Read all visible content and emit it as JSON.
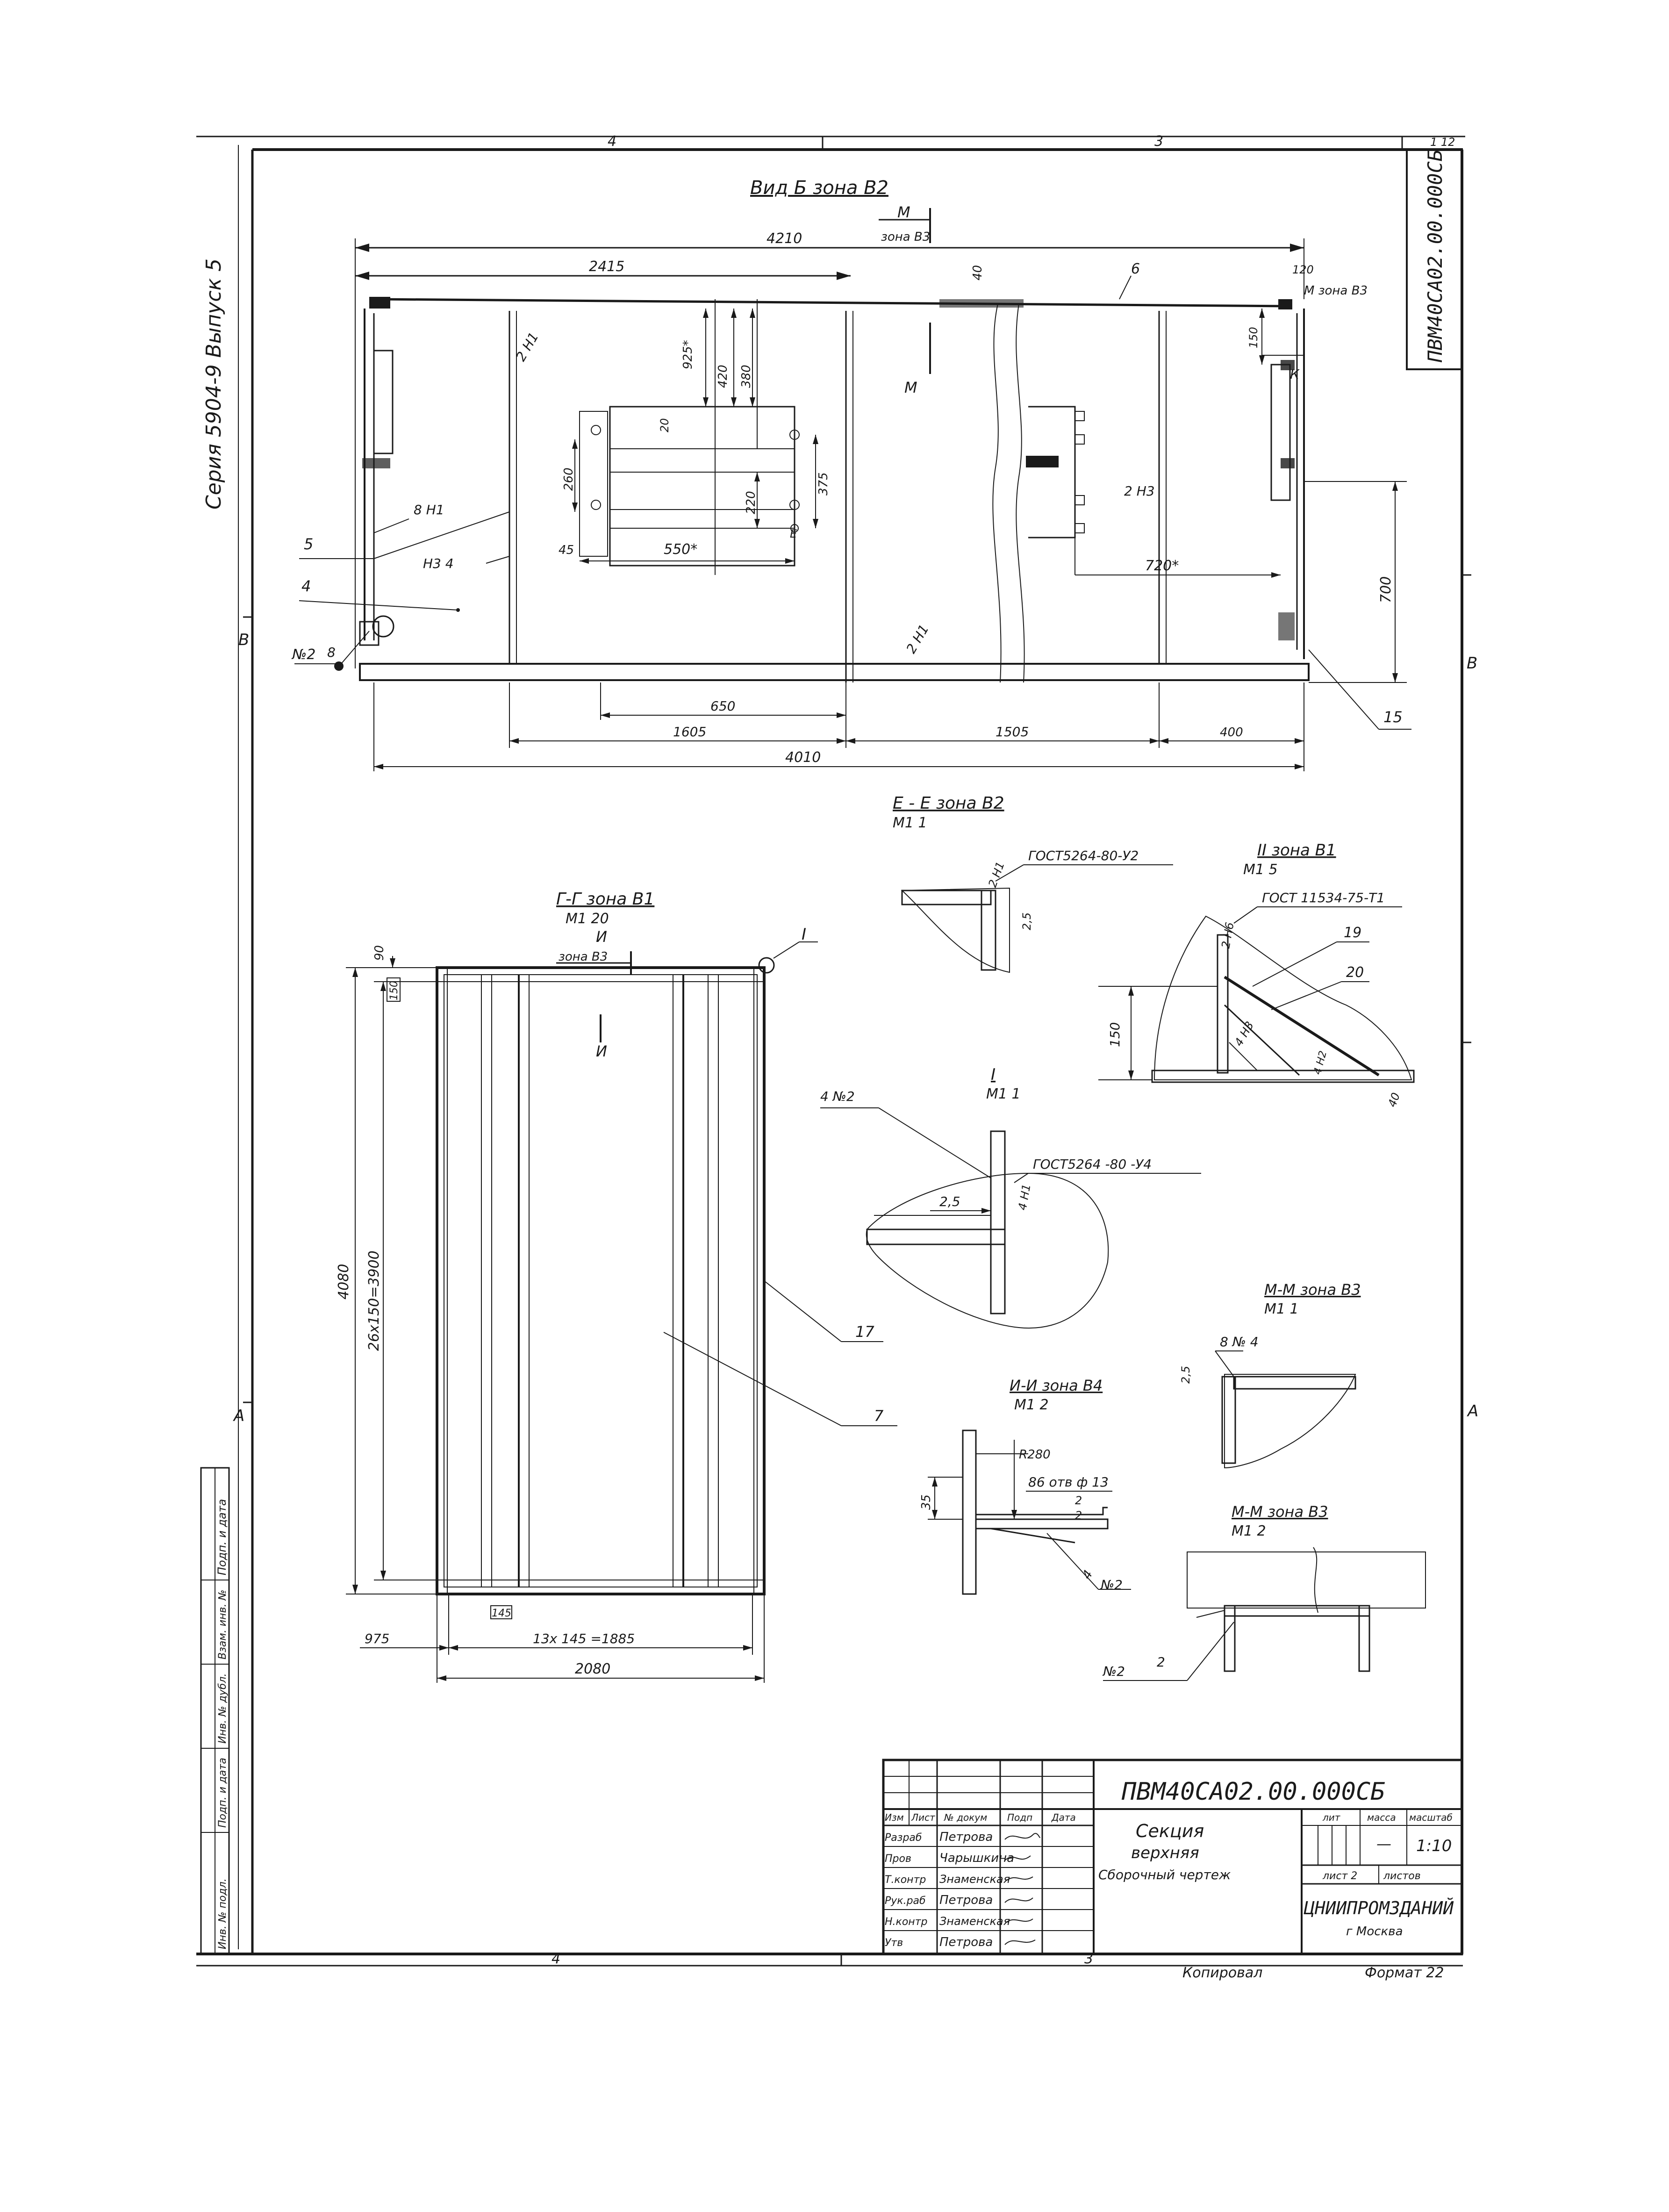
{
  "sheet": {
    "zone_top": [
      "4",
      "3"
    ],
    "zone_top_right": "1 12",
    "zone_bottom": [
      "4",
      "3"
    ],
    "zone_left": [
      "В",
      "А"
    ],
    "zone_right": [
      "В",
      "А"
    ],
    "series": "Серия 5904-9 Выпуск 5",
    "side_code": "ПВМ40СА02.00.000СБ",
    "copied": "Копировал",
    "format": "Формат 22"
  },
  "view_b": {
    "title": "Вид Б зона В2",
    "dims": {
      "overall": "4210",
      "left_span": "2415",
      "d40": "40",
      "d120": "120",
      "d150": "150",
      "d925": "925*",
      "d420": "420",
      "d380": "380",
      "d20": "20",
      "d260": "260",
      "d375": "375",
      "d220": "220",
      "d45": "45",
      "d550": "550*",
      "d720": "720*",
      "d700": "700",
      "d650": "650",
      "d1605a": "1605",
      "d1505": "1505",
      "d400": "400",
      "total": "4010"
    },
    "labels": {
      "m_top": "М",
      "m_top_zone": "зона В3",
      "m_left": "М",
      "m_right": "М зона В3",
      "k": "К",
      "e": "Е",
      "pos6": "6",
      "pos5": "5",
      "pos4": "4",
      "pos15": "15",
      "n2": "№2",
      "n8": "8",
      "w_2n1a": "2 Н1",
      "w_8n1": "8 Н1",
      "w_n3_4": "Н3 4",
      "w_2n3": "2 Н3",
      "w_2n1b": "2 Н1"
    }
  },
  "section_gg": {
    "title": "Г-Г зона В1",
    "scale": "М1 20",
    "u_label": "И",
    "u_zone": "зона В3",
    "u_arrow": "И",
    "pos_i": "I",
    "pos17": "17",
    "pos7": "7",
    "dims": {
      "d90": "90",
      "d150": "150",
      "height": "4080",
      "pitch": "26x150=3900",
      "d975": "975",
      "pitch_h": "13x 145 =1885",
      "d145": "145",
      "width": "2080"
    }
  },
  "section_ee": {
    "title": "Е - Е зона В2",
    "scale": "М1 1",
    "weld": "2 Н1",
    "gost": "ГОСТ5264-80-У2",
    "dim": "2,5"
  },
  "detail_2": {
    "title": "II зона В1",
    "scale": "М1 5",
    "weld": "2 Н6",
    "gost": "ГОСТ 11534-75-Т1",
    "pos19": "19",
    "pos20": "20",
    "w_4n3": "4 Н3",
    "w_4n2": "4 Н2",
    "dim": "150",
    "d40": "40"
  },
  "detail_1": {
    "title": "I",
    "scale": "М1 1",
    "weld": "4 №2",
    "gost": "ГОСТ5264 -80 -У4",
    "dim": "2,5",
    "w_4n1": "4 Н1"
  },
  "section_mm1": {
    "title": "М-М зона В3",
    "scale": "М1 1",
    "weld": "8 № 4",
    "dim": "2,5"
  },
  "section_uu": {
    "title": "И-И зона В4",
    "scale": "М1 2",
    "r": "R280",
    "holes": "86 отв ф 13",
    "dim35": "35",
    "n2": "№2",
    "pos4": "4",
    "pos2": "2",
    "pos2b": "2"
  },
  "section_mm2": {
    "title": "М-М зона В3",
    "scale": "М1 2",
    "n2": "№2",
    "pos2": "2"
  },
  "titleblock": {
    "code": "ПВМ40СА02.00.000СБ",
    "name1": "Секция",
    "name2": "верхняя",
    "name3": "Сборочный чертеж",
    "head": [
      "Изм",
      "Лист",
      "№ докум",
      "Подп",
      "Дата"
    ],
    "rows": [
      [
        "Разраб",
        "Петрова"
      ],
      [
        "Пров",
        "Чарышкина"
      ],
      [
        "Т.контр",
        "Знаменская"
      ],
      [
        "Рук.раб",
        "Петрова"
      ],
      [
        "Н.контр",
        "Знаменская"
      ],
      [
        "Утв",
        "Петрова"
      ]
    ],
    "lit": "лит",
    "mass": "масса",
    "scale_h": "масштаб",
    "mass_v": "—",
    "scale_v": "1:10",
    "sheet": "лист 2",
    "sheets": "листов",
    "org": "ЦНИИПРОМЗДАНИЙ",
    "city": "г Москва"
  },
  "left_strip": [
    "Подп. и дата",
    "Взам. инв. №",
    "Инв. № дубл.",
    "Подп. и дата",
    "Инв. № подл."
  ]
}
